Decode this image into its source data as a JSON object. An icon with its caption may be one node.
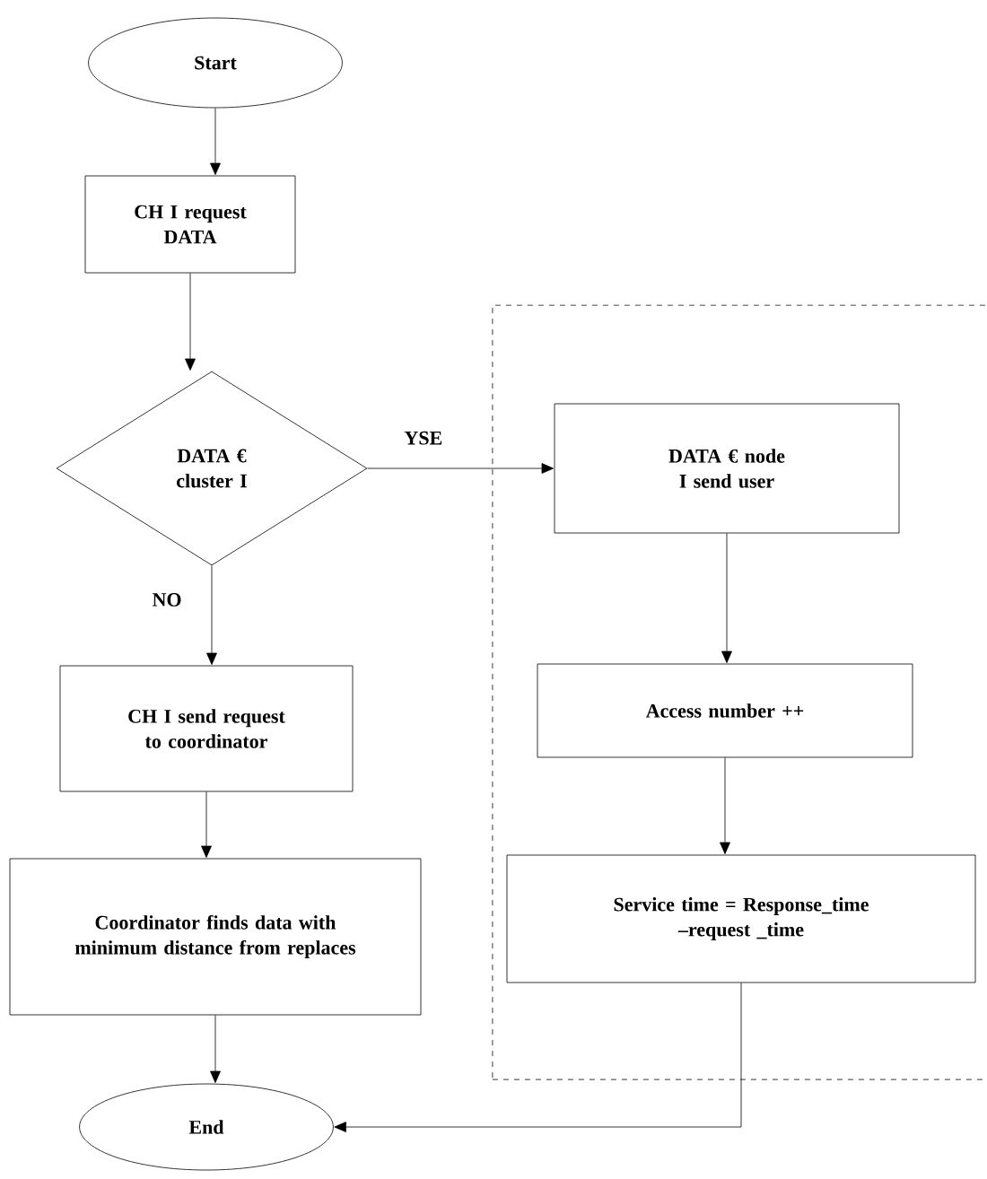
{
  "diagram": {
    "nodes": [
      {
        "text": [
          "Start"
        ]
      },
      {
        "text": [
          "CH I request DATA"
        ]
      },
      {
        "text": [
          "DATA € cluster I"
        ]
      },
      {
        "text": [],
        "shape": "box"
      },
      {
        "text": [
          "DATA € node I send user"
        ],
        "in": 3
      },
      {
        "text": [
          "Access number ++"
        ],
        "in": 3
      },
      {
        "text": [
          "Service time = Response_time –request _time"
        ],
        "in": 3
      },
      {
        "text": [
          "CH I send request to coordinator"
        ]
      },
      {
        "text": [
          "Coordinator finds data with minimum distance from replaces"
        ]
      },
      {
        "text": [
          "End"
        ]
      }
    ],
    "edges": [
      {
        "from": 0,
        "to": 1,
        "arrow": "to"
      },
      {
        "from": 1,
        "to": 2,
        "arrow": "to"
      },
      {
        "from": 2,
        "to": 4,
        "arrow": "to",
        "label": "YSE"
      },
      {
        "from": 4,
        "to": 5,
        "arrow": "to"
      },
      {
        "from": 5,
        "to": 6,
        "arrow": "to"
      },
      {
        "from": 2,
        "to": 7,
        "arrow": "to",
        "label": "NO"
      },
      {
        "from": 7,
        "to": 8,
        "arrow": "to"
      },
      {
        "from": 8,
        "to": 9,
        "arrow": "to"
      },
      {
        "from": 6,
        "to": 9,
        "arrow": "to"
      }
    ]
  }
}
